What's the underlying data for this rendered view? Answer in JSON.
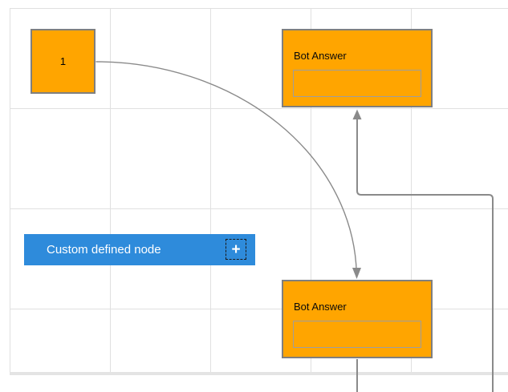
{
  "diagram": {
    "nodes": {
      "start": {
        "label": "1"
      },
      "bot_answer_top": {
        "title": "Bot Answer",
        "input_value": ""
      },
      "bot_answer_bottom": {
        "title": "Bot Answer",
        "input_value": ""
      },
      "custom": {
        "label": "Custom defined node",
        "add_button": "+"
      }
    },
    "colors": {
      "node_fill": "#FFA500",
      "node_border": "#7F7F7F",
      "inner_border": "#9E9E9E",
      "custom_fill": "#2E8BDB",
      "connector": "#8A8A8A",
      "grid_line": "#E0E0E0",
      "canvas_edge": "#E4E4E4"
    }
  }
}
